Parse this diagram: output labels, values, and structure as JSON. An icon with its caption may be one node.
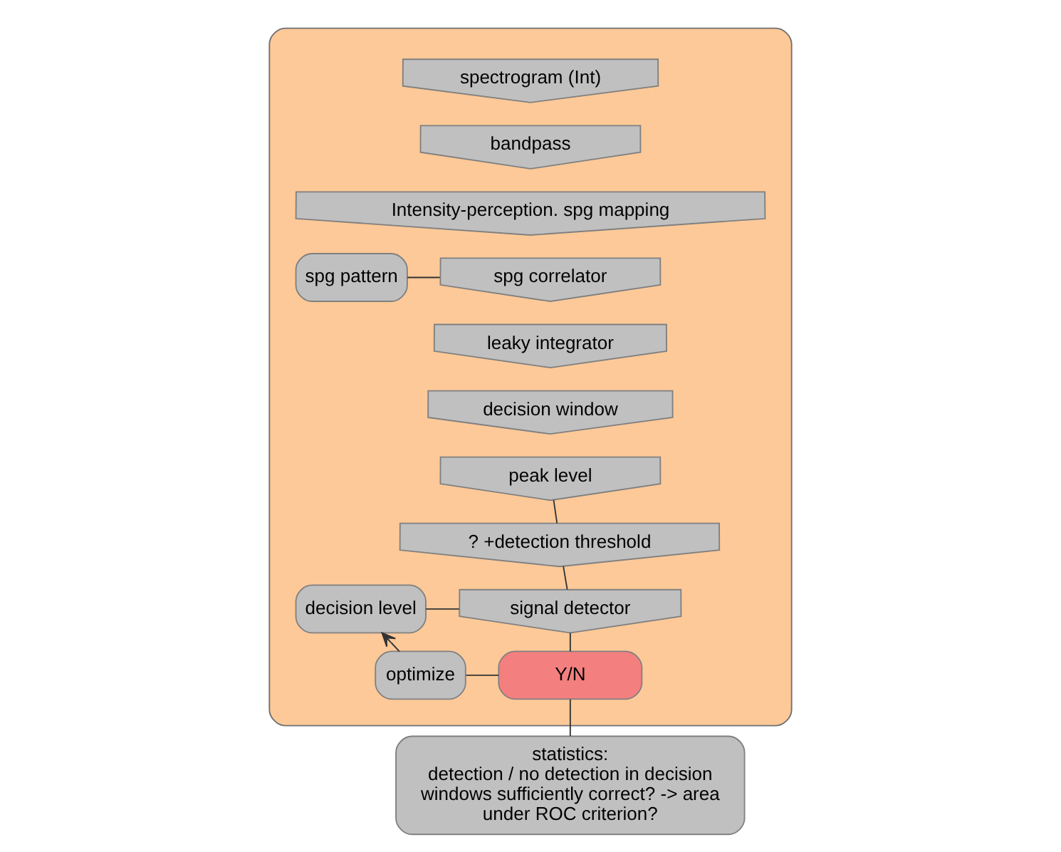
{
  "diagram": {
    "nodes": [
      {
        "text": [],
        "shape": "box"
      },
      {
        "text": [
          "spectrogram (Int)"
        ],
        "in": 0
      },
      {
        "text": [
          "bandpass"
        ],
        "in": 0
      },
      {
        "text": [
          "Intensity-perception. spg mapping"
        ],
        "in": 0
      },
      {
        "text": [
          "spg pattern"
        ],
        "in": 0
      },
      {
        "text": [
          "spg correlator"
        ],
        "in": 0
      },
      {
        "text": [
          "leaky integrator"
        ],
        "in": 0
      },
      {
        "text": [
          "decision window"
        ],
        "in": 0
      },
      {
        "text": [
          "peak level"
        ],
        "in": 0
      },
      {
        "text": [
          "? +detection threshold"
        ],
        "in": 0
      },
      {
        "text": [
          "decision level"
        ],
        "in": 0
      },
      {
        "text": [
          "signal detector"
        ],
        "in": 0
      },
      {
        "text": [
          "optimize"
        ],
        "in": 0
      },
      {
        "text": [
          "Y/N"
        ],
        "in": 0
      },
      {
        "text": [
          "statistics:",
          "detection / no detection in decision windows sufficiently correct? -> area under ROC criterion?"
        ]
      }
    ],
    "edges": [
      {
        "from": 4,
        "to": 5,
        "arrow": "none"
      },
      {
        "from": 8,
        "to": 9,
        "arrow": "none"
      },
      {
        "from": 9,
        "to": 11,
        "arrow": "none"
      },
      {
        "from": 10,
        "to": 11,
        "arrow": "none"
      },
      {
        "from": 11,
        "to": 13,
        "arrow": "none"
      },
      {
        "from": 12,
        "to": 13,
        "arrow": "none"
      },
      {
        "from": 12,
        "to": 10,
        "arrow": "to"
      },
      {
        "from": 13,
        "to": 14,
        "arrow": "none"
      }
    ]
  }
}
